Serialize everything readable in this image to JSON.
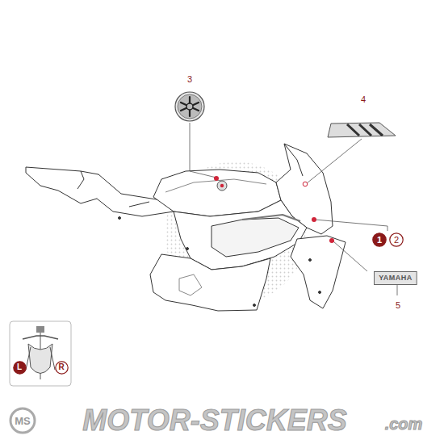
{
  "diagram": {
    "nodes": [
      {
        "text": [
          "1"
        ]
      },
      {
        "text": [
          "2"
        ]
      },
      {
        "text": [
          "YAMAHA"
        ]
      },
      {
        "text": [
          "L"
        ]
      },
      {
        "text": [
          "R"
        ]
      },
      {
        "text": [
          "MS"
        ]
      }
    ],
    "labels": [
      "3",
      "4",
      "5",
      "MOTOR-STICKERS",
      ".com"
    ]
  }
}
